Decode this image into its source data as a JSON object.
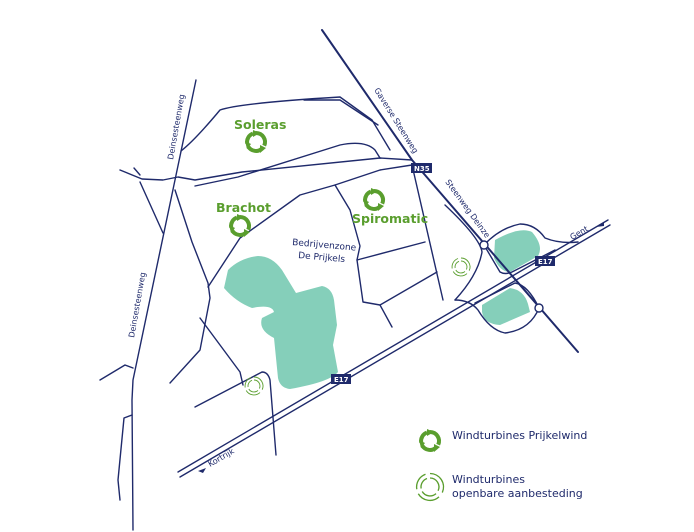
{
  "colors": {
    "road": "#1f2a6b",
    "green": "#5a9e2e",
    "area": "#85cfba"
  },
  "roads": {
    "deinsesteenweg_1": "Deinsesteenweg",
    "deinsesteenweg_2": "Deinsesteenweg",
    "gaverse": "Gaverse Steenweg",
    "deinze": "Steenweg Deinze",
    "gent": "Gent",
    "kortrijk": "Kortrijk"
  },
  "shields": {
    "n35": "N35",
    "e17_a": "E17",
    "e17_b": "E17"
  },
  "sites": {
    "soleras": "Soleras",
    "brachot": "Brachot",
    "spiromatic": "Spiromatic"
  },
  "zone": {
    "line1": "Bedrijvenzone",
    "line2": "De Prijkels"
  },
  "legend": {
    "item1": "Windturbines Prijkelwind",
    "item2_line1": "Windturbines",
    "item2_line2": "openbare aanbesteding"
  },
  "icons": {
    "turbine_solid": "recycle-arrows-icon",
    "turbine_outline": "recycle-arrows-outline-icon"
  }
}
